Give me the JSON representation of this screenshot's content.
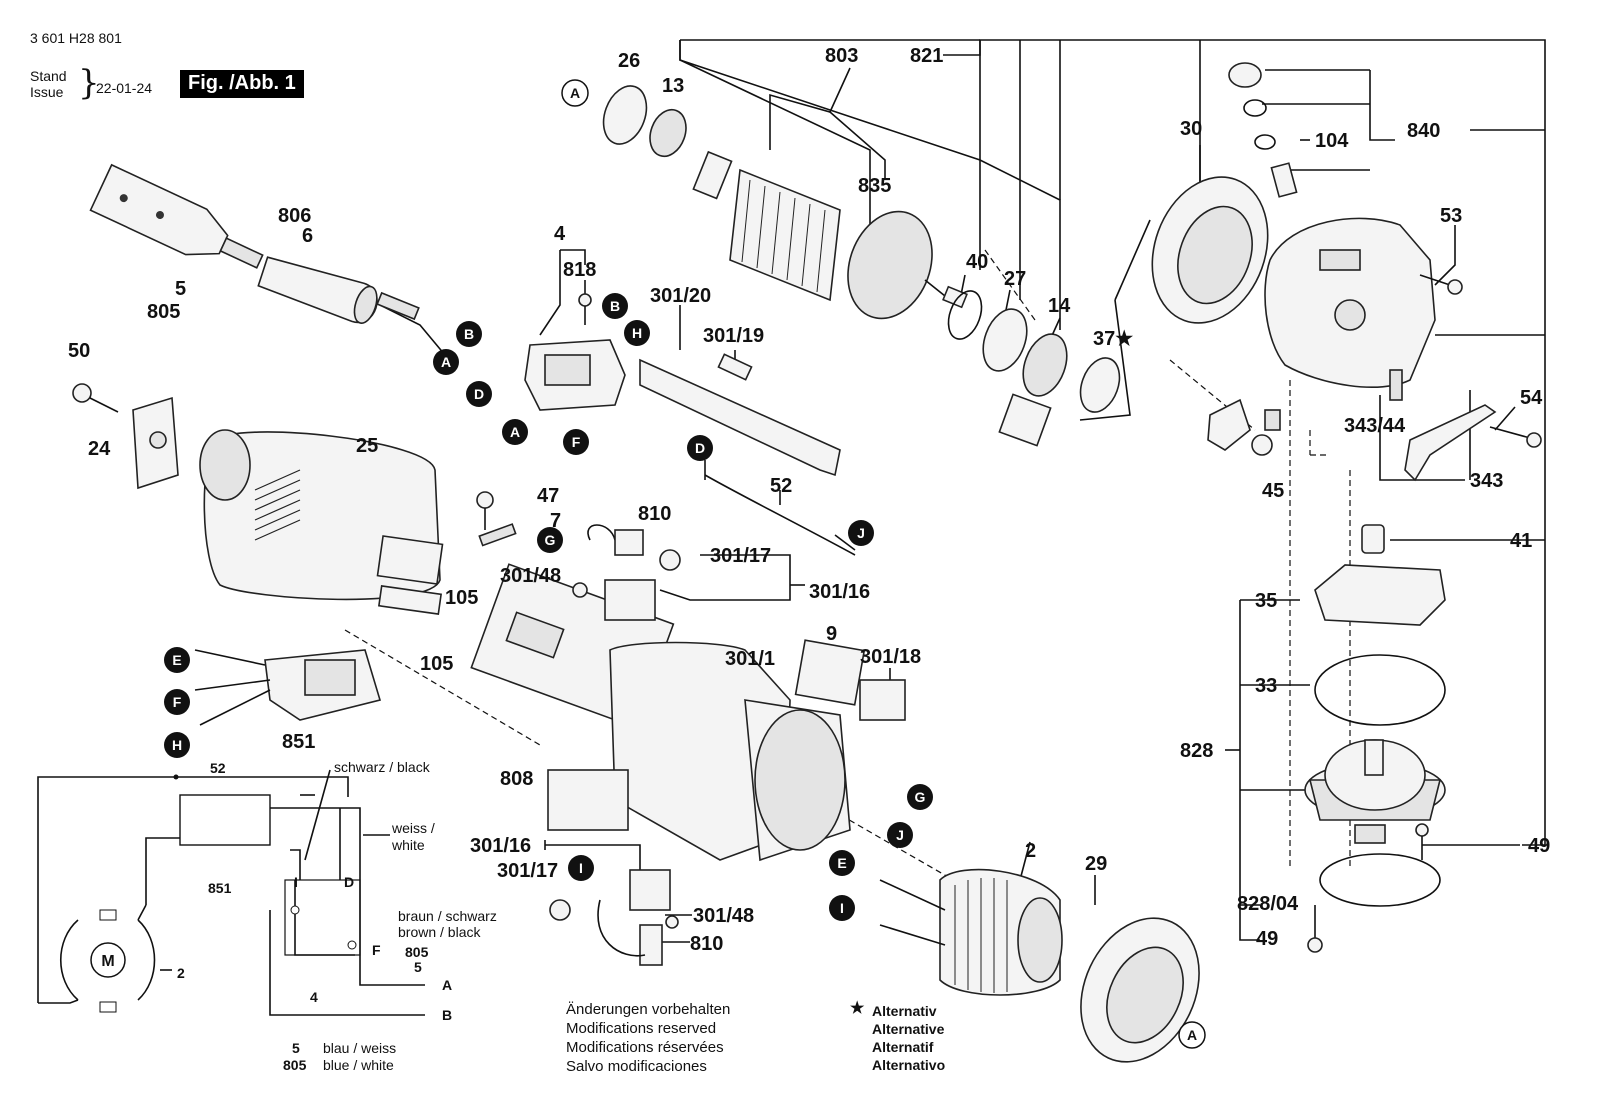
{
  "header": {
    "doc_number": "3 601 H28 801",
    "stand_label": "Stand",
    "issue_label": "Issue",
    "date": "22-01-24",
    "figure_label": "Fig. /Abb. 1"
  },
  "part_labels": {
    "p26": "26",
    "p13": "13",
    "p803": "803",
    "p821": "821",
    "p840": "840",
    "p104": "104",
    "p30": "30",
    "p53": "53",
    "p835": "835",
    "p40": "40",
    "p27": "27",
    "p14": "14",
    "p37": "37★",
    "p54": "54",
    "p343_44": "343/44",
    "p343": "343",
    "p45": "45",
    "p41": "41",
    "p35": "35",
    "p33": "33",
    "p828": "828",
    "p49a": "49",
    "p828_04": "828/04",
    "p49b": "49",
    "p806": "806",
    "p6": "6",
    "p5": "5",
    "p805": "805",
    "p4": "4",
    "p818": "818",
    "p301_20": "301/20",
    "p301_19": "301/19",
    "p50": "50",
    "p24": "24",
    "p25": "25",
    "p52": "52",
    "p47": "47",
    "p7": "7",
    "p810a": "810",
    "p301_48a": "301/48",
    "p301_17a": "301/17",
    "p301_16a": "301/16",
    "p105a": "105",
    "p105b": "105",
    "p9": "9",
    "p301_18": "301/18",
    "p301_1": "301/1",
    "p851": "851",
    "p808": "808",
    "p301_16b": "301/16",
    "p301_17b": "301/17",
    "p301_48b": "301/48",
    "p810b": "810",
    "p2": "2",
    "p29": "29"
  },
  "markers": [
    "A",
    "B",
    "D",
    "E",
    "F",
    "G",
    "H",
    "I",
    "J"
  ],
  "wiring": {
    "l52": "52",
    "l851": "851",
    "lM": "M",
    "l2": "2",
    "l4": "4",
    "lI": "I",
    "lD": "D",
    "lF": "F",
    "black_de": "schwarz / black",
    "white_de": "weiss /",
    "white_en": "white",
    "brown_de": "braun / schwarz",
    "brown_en": "brown / black",
    "l805a": "805",
    "l5a": "5",
    "lA": "A",
    "lB": "B",
    "l5b": "5",
    "l805b": "805",
    "blue_de": "blau / weiss",
    "blue_en": "blue / white"
  },
  "notes": {
    "de": "Änderungen vorbehalten",
    "en": "Modifications reserved",
    "fr": "Modifications réservées",
    "es": "Salvo modificaciones"
  },
  "alternative": {
    "star": "★",
    "de": "Alternativ",
    "en": "Alternative",
    "fr": "Alternatif",
    "es": "Alternativo"
  }
}
